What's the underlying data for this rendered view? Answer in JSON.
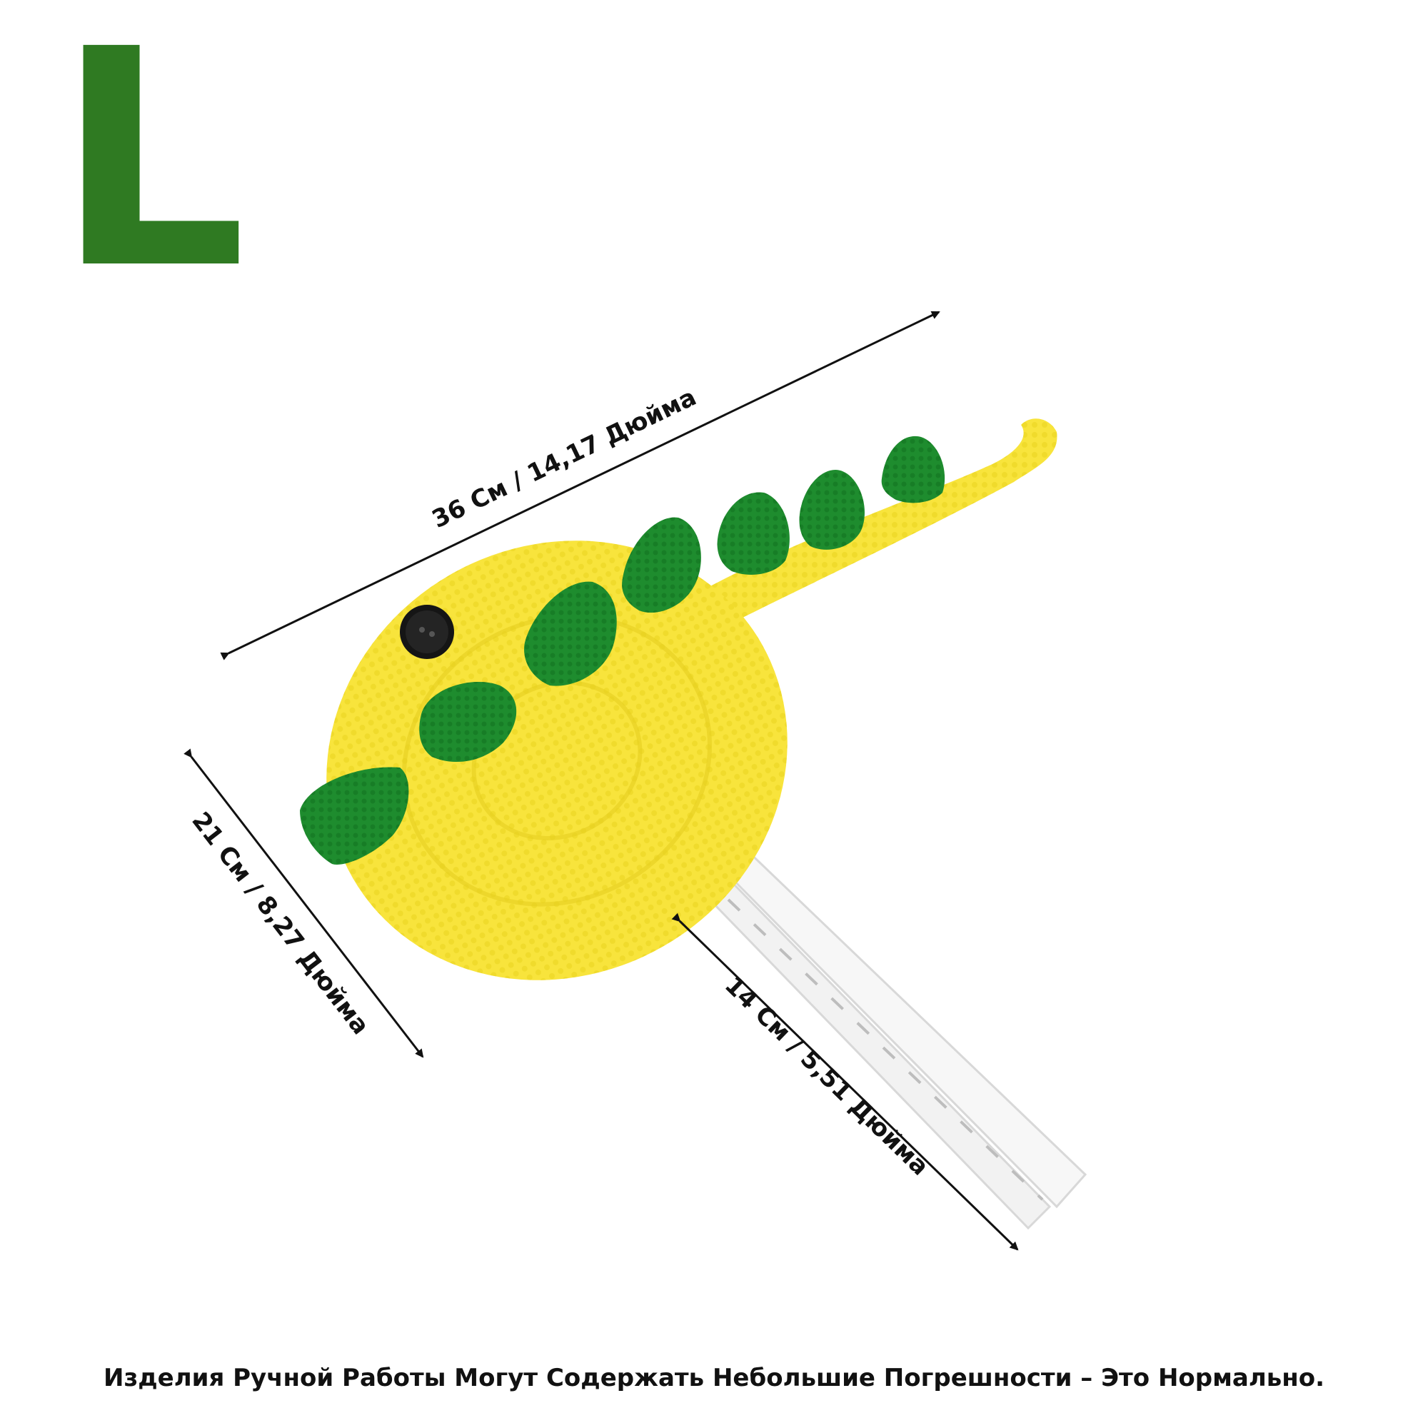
{
  "size_label": "L",
  "colors": {
    "size_label": "#2f7a22",
    "body_yellow": "#f8e43c",
    "spike_green": "#1e8c2e",
    "strap_white": "#f7f7f7",
    "text": "#111111"
  },
  "dimensions": {
    "length": "36 См / 14,17 Дюйма",
    "width": "21 См / 8,27 Дюйма",
    "strap": "14 См / 5,51 Дюйма"
  },
  "disclaimer": "Изделия Ручной Работы Могут Содержать Небольшие Погрешности – Это Нормально."
}
